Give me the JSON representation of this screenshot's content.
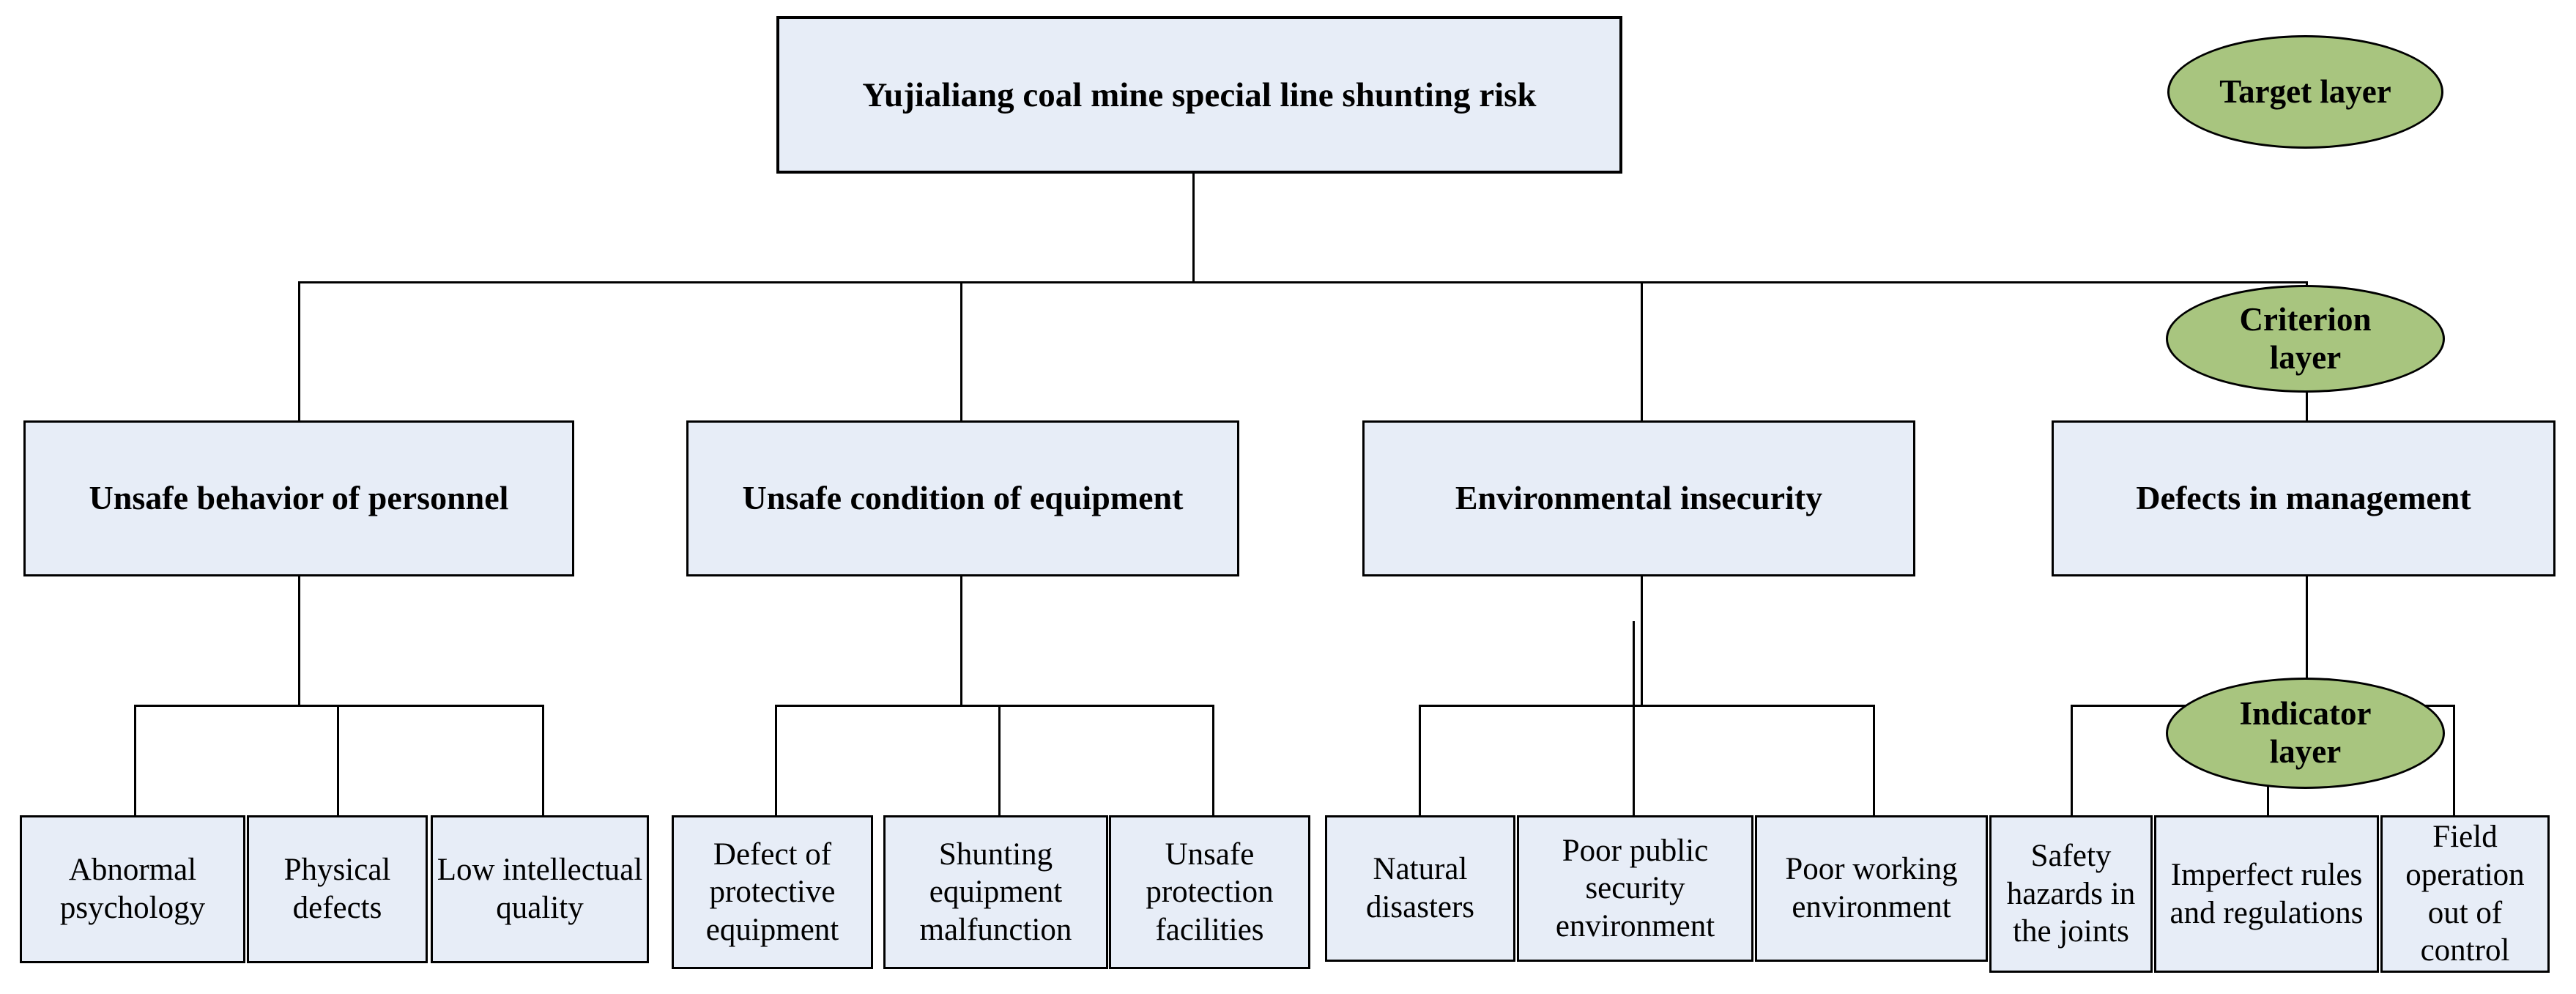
{
  "figure": {
    "root_label": "Yujialiang coal mine special line shunting risk",
    "layer_labels": {
      "target": "Target layer",
      "criterion": "Criterion layer",
      "indicator": "Indicator layer"
    },
    "criteria": [
      {
        "label": "Unsafe behavior of personnel",
        "children": [
          "Abnormal psychology",
          "Physical defects",
          "Low intellectual quality"
        ]
      },
      {
        "label": "Unsafe condition of equipment",
        "children": [
          "Defect of protective equipment",
          "Shunting equipment malfunction",
          "Unsafe protection facilities"
        ]
      },
      {
        "label": "Environmental insecurity",
        "children": [
          "Natural disasters",
          "Poor public security environment",
          "Poor working environment"
        ]
      },
      {
        "label": "Defects in management",
        "children": [
          "Safety hazards in the joints",
          "Imperfect rules and regulations",
          "Field operation out of control"
        ]
      }
    ]
  },
  "colors": {
    "node_fill": "#e7edf7",
    "layer_ellipse_fill": "#a8c57f",
    "line": "#000000",
    "text": "#000000"
  }
}
